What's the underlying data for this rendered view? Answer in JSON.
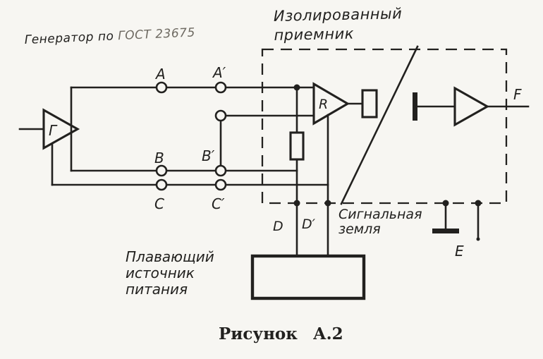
{
  "colors": {
    "paper": "#f7f6f2",
    "ink": "#22211f",
    "faded": "#6e6a62"
  },
  "figure": {
    "caption": "Рисунок А.2"
  },
  "annotations": {
    "generator_note_prefix": "Генератор по ",
    "generator_note_standard": "ГОСТ 23675",
    "receiver_title_line1": "Изолированный",
    "receiver_title_line2": "приемник",
    "signal_ground_line1": "Сигнальная",
    "signal_ground_line2": "земля",
    "supply_line1": "Плавающий",
    "supply_line2": "источник",
    "supply_line3": "питания"
  },
  "components": {
    "generator_letter": "Г",
    "receiver_letter": "R"
  },
  "terminals": {
    "a": "A",
    "a_prime": "A′",
    "b": "B",
    "b_prime": "B′",
    "c": "C",
    "c_prime": "C′",
    "d": "D",
    "d_prime": "D′",
    "e": "E",
    "f": "F"
  }
}
